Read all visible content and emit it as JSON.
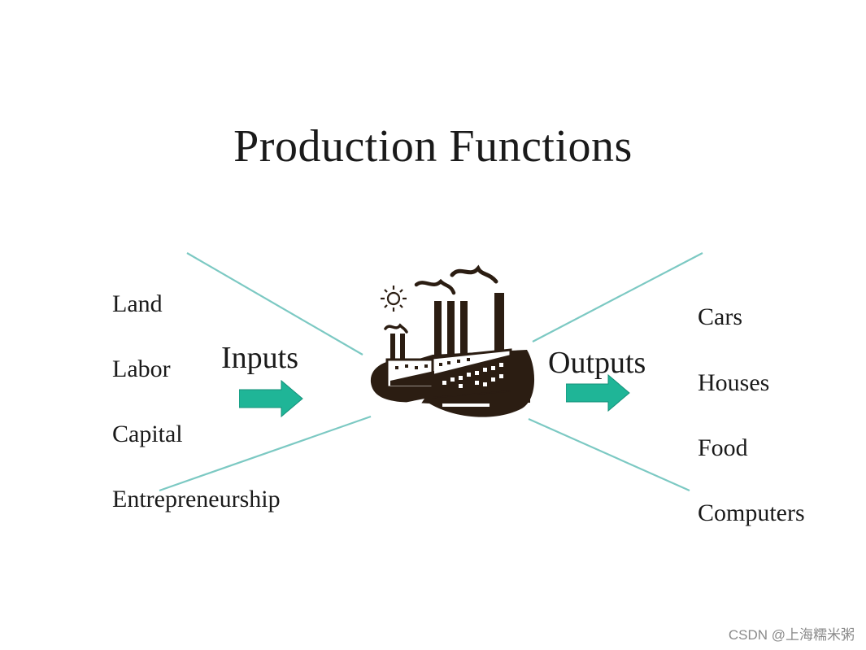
{
  "title": "Production Functions",
  "inputs": {
    "label": "Inputs",
    "items": [
      "Land",
      "Labor",
      "Capital",
      "Entrepreneurship"
    ]
  },
  "outputs": {
    "label": "Outputs",
    "items": [
      "Cars",
      "Houses",
      "Food",
      "Computers"
    ]
  },
  "center_icon": "factory-icon",
  "watermark": "CSDN @上海糯米粥",
  "colors": {
    "arrow": "#1fb597",
    "line": "#7cc9c3",
    "factory": "#2b1d12",
    "text": "#1a1a1a"
  }
}
